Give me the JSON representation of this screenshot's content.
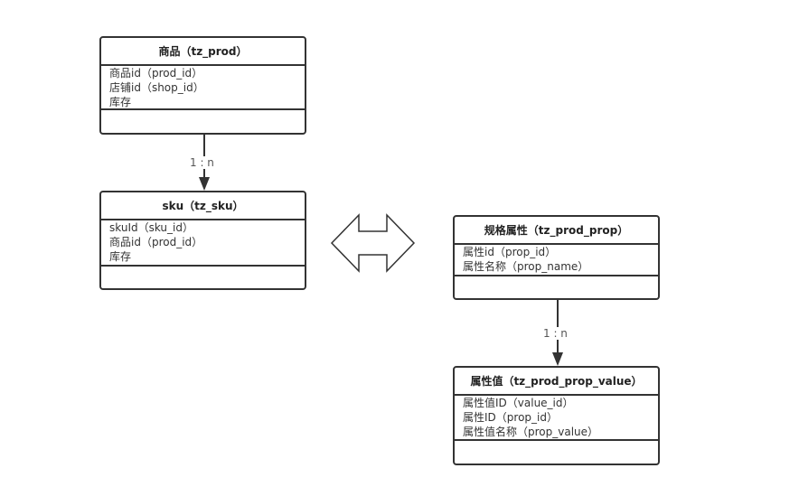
{
  "entities": {
    "prod": {
      "title": "商品（tz_prod）",
      "attributes": [
        "商品id（prod_id）",
        "店铺id（shop_id）",
        "库存"
      ]
    },
    "sku": {
      "title": "sku（tz_sku）",
      "attributes": [
        "skuId（sku_id）",
        "商品id（prod_id）",
        "库存"
      ]
    },
    "prop": {
      "title": "规格属性（tz_prod_prop）",
      "attributes": [
        "属性id（prop_id）",
        "属性名称（prop_name）"
      ]
    },
    "prop_value": {
      "title": "属性值（tz_prod_prop_value）",
      "attributes": [
        "属性值ID（value_id）",
        "属性ID（prop_id）",
        "属性值名称（prop_value）"
      ]
    }
  },
  "relations": [
    {
      "from": "prod",
      "to": "sku",
      "label": "1 : n"
    },
    {
      "from": "prop",
      "to": "prop_value",
      "label": "1 : n"
    }
  ],
  "colors": {
    "stroke": "#333333",
    "label": "#555555"
  }
}
